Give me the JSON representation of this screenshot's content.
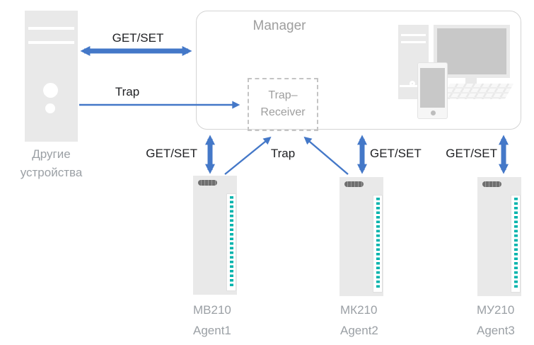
{
  "manager": {
    "label": "Manager"
  },
  "trap_receiver": {
    "label_line1": "Trap–",
    "label_line2": "Receiver"
  },
  "other_devices": {
    "label_line1": "Другие",
    "label_line2": "устройства"
  },
  "connections": {
    "other_get_set": "GET/SET",
    "other_trap": "Trap",
    "agent1_get_set": "GET/SET",
    "agents_trap": "Trap",
    "agent2_get_set": "GET/SET",
    "agent3_get_set": "GET/SET"
  },
  "agents": [
    {
      "model": "МВ210",
      "name": "Agent1"
    },
    {
      "model": "МК210",
      "name": "Agent2"
    },
    {
      "model": "МУ210",
      "name": "Agent3"
    }
  ],
  "colors": {
    "arrow_blue": "#4478c8",
    "icon_gray": "#e9e9e9",
    "screen_gray": "#c8c8c8",
    "led_teal": "#00b4ad",
    "box_border": "#d4d4d4",
    "text_gray": "#9ba0a5",
    "text_black": "#202124"
  }
}
